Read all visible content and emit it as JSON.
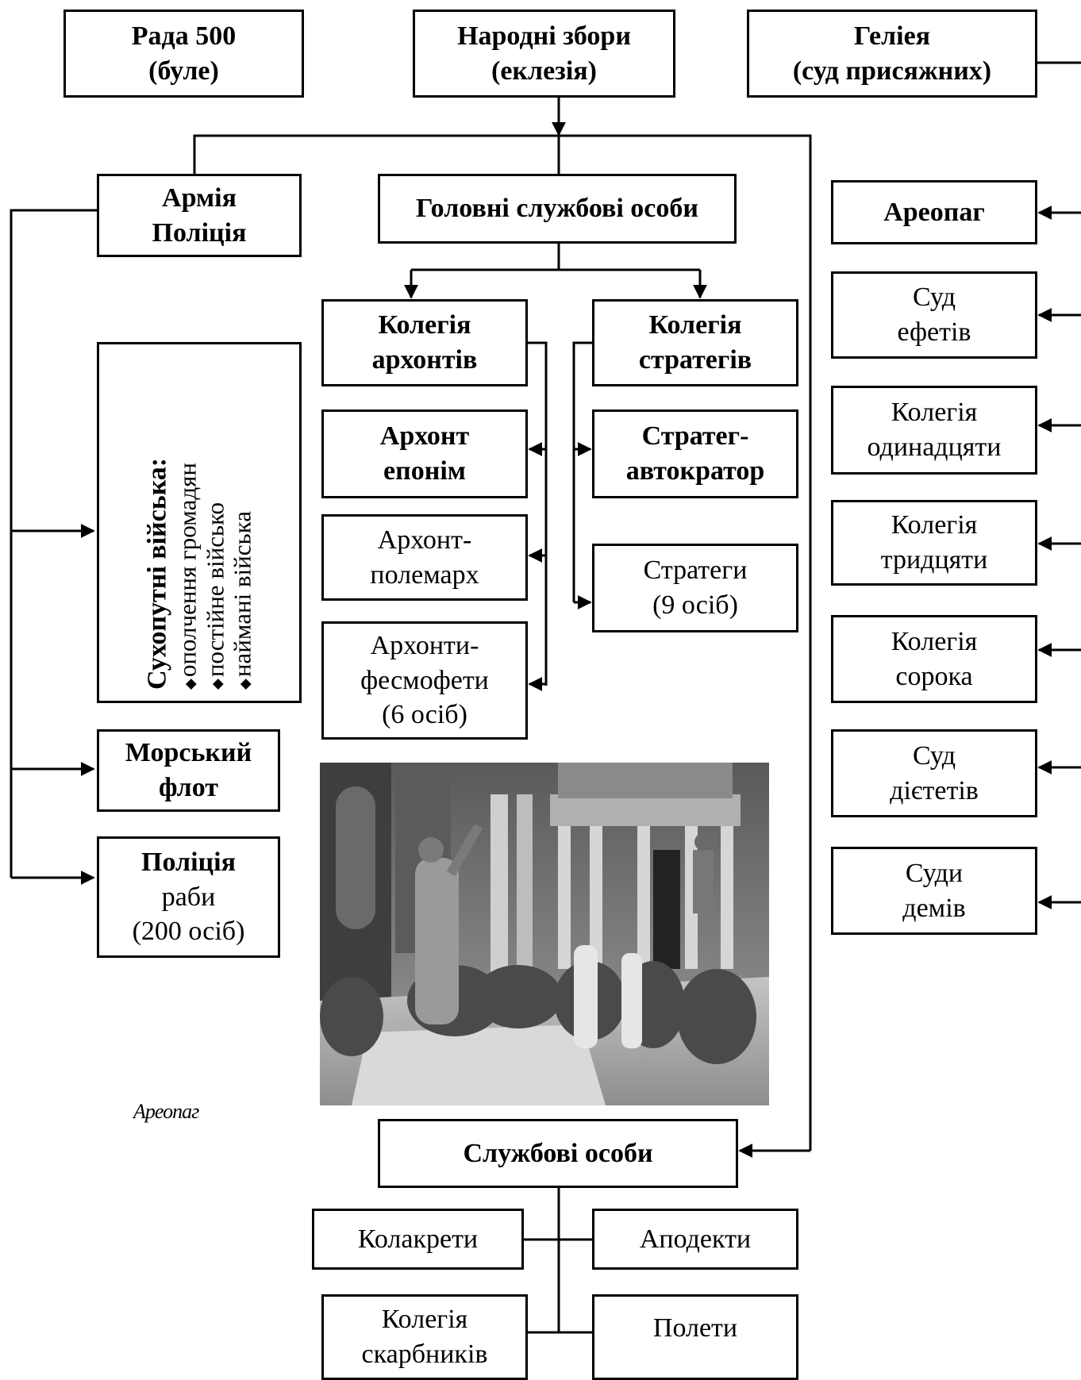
{
  "top": {
    "rada": [
      "Рада 500",
      "(буле)"
    ],
    "ekklesia": [
      "Народні збори",
      "(еклезія)"
    ],
    "heliaia": [
      "Геліея",
      "(суд присяжних)"
    ]
  },
  "army": {
    "box": [
      "Армія",
      "Поліція"
    ],
    "land": {
      "title": "Сухопутні війська:",
      "items": [
        "ополчення громадян",
        "постійне військо",
        "наймані війська"
      ]
    },
    "fleet": [
      "Морський",
      "флот"
    ],
    "police": {
      "title": "Поліція",
      "lines": [
        "раби",
        "(200 осіб)"
      ]
    }
  },
  "officials": {
    "main": "Головні службові особи",
    "archons": [
      "Колегія",
      "архонтів"
    ],
    "strategoi": [
      "Колегія",
      "стратегів"
    ],
    "eponym": [
      "Архонт",
      "епонім"
    ],
    "polemarch": [
      "Архонт-",
      "полемарх"
    ],
    "thesmothetai": [
      "Архонти-",
      "фесмофети",
      "(6 осіб)"
    ],
    "autokrator": [
      "Стратег-",
      "автократор"
    ],
    "strategi9": [
      "Стратеги",
      "(9 осіб)"
    ]
  },
  "courts": {
    "areopagus": "Ареопаг",
    "ephetai": [
      "Суд",
      "ефетів"
    ],
    "eleven": [
      "Колегія",
      "одинадцяти"
    ],
    "thirty": [
      "Колегія",
      "тридцяти"
    ],
    "forty": [
      "Колегія",
      "сорока"
    ],
    "diaitetai": [
      "Суд",
      "дієтетів"
    ],
    "demes": [
      "Суди",
      "демів"
    ]
  },
  "painting_caption": "Ареопаг",
  "service": {
    "title": "Службові особи",
    "kolakretai": "Колакрети",
    "apodektai": "Аподекти",
    "treasurers": [
      "Колегія",
      "скарбників"
    ],
    "poletai": "Полети"
  }
}
